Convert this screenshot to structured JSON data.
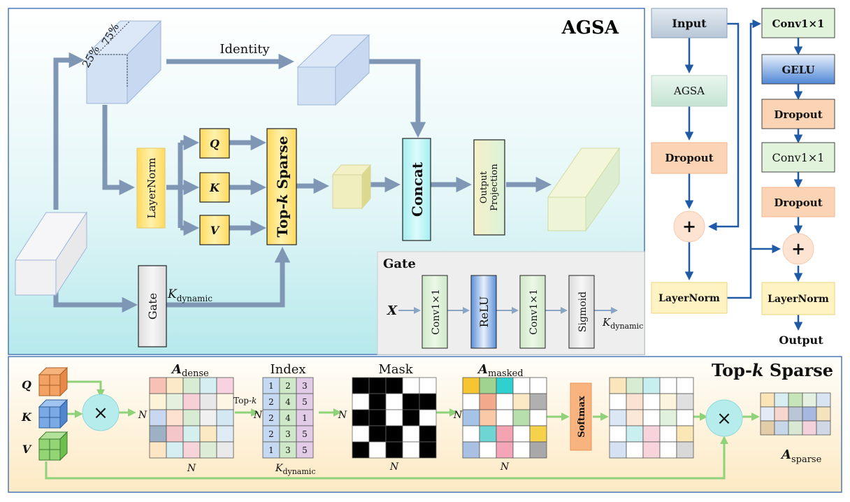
{
  "agsa": {
    "title": "AGSA",
    "split_25": "25%",
    "split_75": "75%",
    "identity_label": "Identity",
    "layernorm": "LayerNorm",
    "q": "Q",
    "k": "K",
    "v": "V",
    "topk_prefix": "Top-",
    "topk_k": "k",
    "topk_suffix": " Sparse",
    "concat": "Concat",
    "output_line1": "Output",
    "output_line2": "Projection",
    "gate": "Gate",
    "kdyn_main": "K",
    "kdyn_sub": "dynamic"
  },
  "gate_panel": {
    "title": "Gate",
    "input": "X",
    "conv1": "Conv1×1",
    "relu": "ReLU",
    "conv2": "Conv1×1",
    "sigmoid": "Sigmoid",
    "out_main": "K",
    "out_sub": "dynamic"
  },
  "block": {
    "input": "Input",
    "agsa": "AGSA",
    "dropout1": "Dropout",
    "plus1": "+",
    "layernorm1": "LayerNorm",
    "conv_a": "Conv1×1",
    "gelu": "GELU",
    "dropout2": "Dropout",
    "conv_b": "Conv1×1",
    "dropout3": "Dropout",
    "plus2": "+",
    "layernorm2": "LayerNorm",
    "output": "Output"
  },
  "topk": {
    "title_prefix": "Top-",
    "title_k": "k",
    "title_suffix": " Sparse",
    "q": "Q",
    "k": "K",
    "v": "V",
    "times": "×",
    "a_dense_main": "A",
    "a_dense_sub": "dense",
    "n": "N",
    "topk_arrow_prefix": "Top-",
    "topk_arrow_k": "k",
    "index_title": "Index",
    "index_cells": [
      [
        "1",
        "2",
        "3"
      ],
      [
        "2",
        "4",
        "5"
      ],
      [
        "2",
        "4",
        "1"
      ],
      [
        "2",
        "3",
        "5"
      ],
      [
        "1",
        "3",
        "5"
      ]
    ],
    "kdyn_main": "K",
    "kdyn_sub": "dynamic",
    "mask_title": "Mask",
    "a_masked_main": "A",
    "a_masked_sub": "masked",
    "softmax": "Softmax",
    "a_sparse_main": "A",
    "a_sparse_sub": "sparse"
  },
  "colors": {
    "arrow_gray": "#7f97b5",
    "arrow_blue": "#1f5aa6",
    "arrow_green": "#8fd27a",
    "panel_border": "#4a78b8"
  }
}
